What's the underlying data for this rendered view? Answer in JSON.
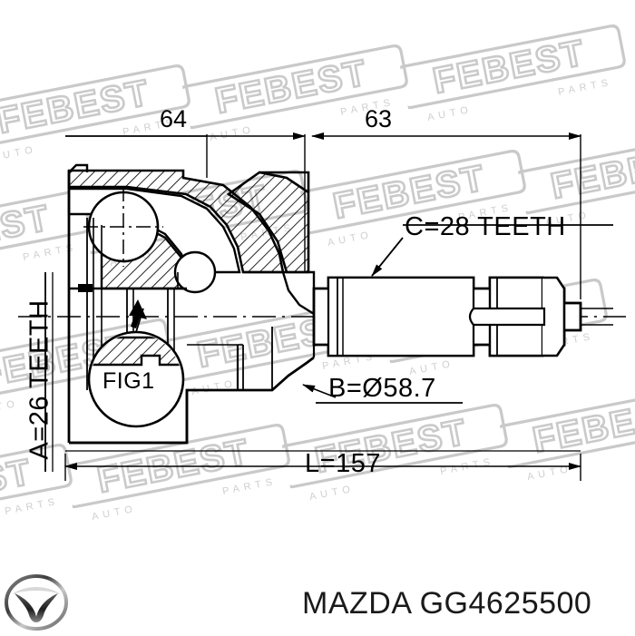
{
  "drawing": {
    "type": "cv-joint-outer-technical-drawing",
    "dimensions": {
      "top_left": "64",
      "top_right": "63",
      "overall_length": "L=157",
      "inner_spline": "A=26 TEETH",
      "outer_spline": "C=28 TEETH",
      "bearing_diameter": "B=Ø58.7",
      "detail_callout": "FIG1"
    }
  },
  "watermark": {
    "brand": "FEBEST",
    "sub_left": "AUTO",
    "sub_right": "PARTS"
  },
  "footer": {
    "brand_logo": "mazda-logo",
    "part_label": "MAZDA GG4625500"
  },
  "colors": {
    "line": "#000000",
    "watermark": "#c8c8c8",
    "background": "#ffffff"
  }
}
